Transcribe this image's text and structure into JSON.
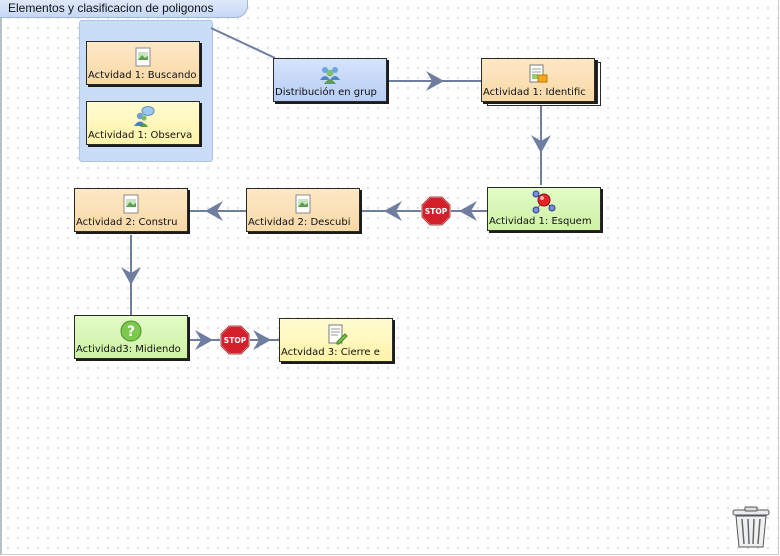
{
  "diagram": {
    "title": "Elementos y clasificacion de poligonos",
    "stop_label": "STOP",
    "nodes": {
      "buscando": "Actvidad 1: Buscando",
      "observa": "Actividad 1: Observa",
      "distribucion": "Distribución en grup",
      "identific": "Actividad 1: Identific",
      "esquem": "Actividad 1: Esquem",
      "descubi": "Actividad 2: Descubi",
      "constru": "Actividad 2: Constru",
      "midiendo": "Actividad3: Midiendo",
      "cierre": "Actvidad 3: Cierre e"
    },
    "colors": {
      "peach": "#f8d9a6",
      "yellow": "#fff3a8",
      "green": "#cdf2a4",
      "blue": "#b7cdf5",
      "connector": "#6f7ea0",
      "stop": "#d4202a"
    }
  }
}
